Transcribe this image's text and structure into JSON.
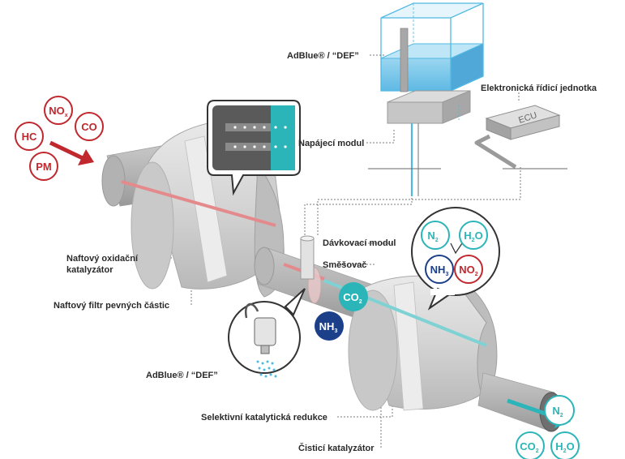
{
  "labels": {
    "adblue_tank": "AdBlue® / “DEF”",
    "ecu": "Elektronická řídicí jednotka",
    "ecu_box": "ECU",
    "supply_module": "Napájecí modul",
    "doc_line1": "Naftový oxidační",
    "doc_line2": "katalyzátor",
    "dpf": "Naftový filtr pevných částic",
    "dosing_module": "Dávkovací modul",
    "mixer": "Směšovač",
    "adblue_spray": "AdBlue® / “DEF”",
    "scr": "Selektivní katalytická redukce",
    "cleanup_cat": "Čisticí katalyzátor"
  },
  "inlet_gases": [
    {
      "main": "NO",
      "sub": "x"
    },
    {
      "main": "HC",
      "sub": ""
    },
    {
      "main": "CO",
      "sub": ""
    },
    {
      "main": "PM",
      "sub": ""
    }
  ],
  "reaction_bubble": [
    {
      "main": "N",
      "sub": "2"
    },
    {
      "main": "H",
      "sub": "2",
      "tail": "O"
    },
    {
      "main": "NH",
      "sub": "3"
    },
    {
      "main": "NO",
      "sub": "2"
    }
  ],
  "pipe_gases": [
    {
      "main": "CO",
      "sub": "2"
    },
    {
      "main": "NH",
      "sub": "3"
    }
  ],
  "outlet_gases": [
    {
      "main": "N",
      "sub": "2"
    },
    {
      "main": "CO",
      "sub": "2"
    },
    {
      "main": "H",
      "sub": "2",
      "tail": "O"
    }
  ],
  "colors": {
    "red": "#c0282e",
    "teal": "#2bb5b8",
    "navy": "#1c3f8a",
    "cyan_tank": "#4fb9e3",
    "grey_body": "#d2d2d2",
    "grey_dark": "#8a8a8a"
  }
}
